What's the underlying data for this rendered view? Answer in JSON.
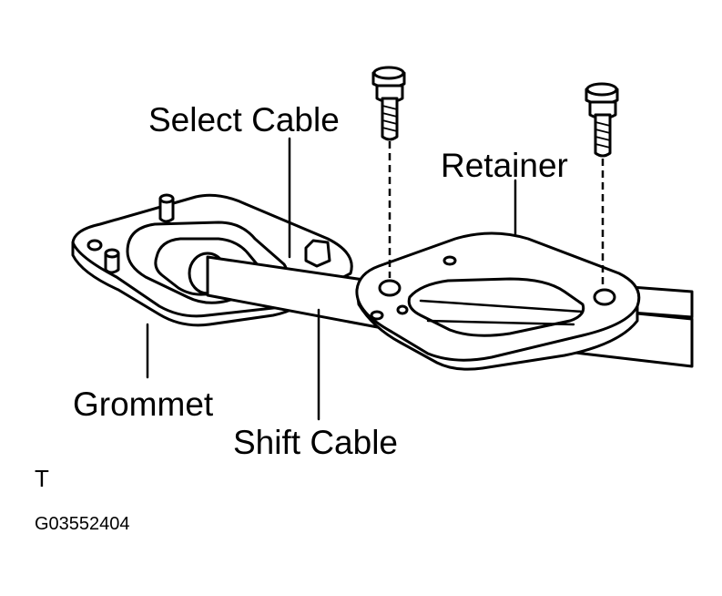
{
  "labels": {
    "select_cable": "Select Cable",
    "retainer": "Retainer",
    "grommet": "Grommet",
    "shift_cable": "Shift Cable"
  },
  "footer": {
    "code_letter": "T",
    "figure_id": "G03552404"
  }
}
